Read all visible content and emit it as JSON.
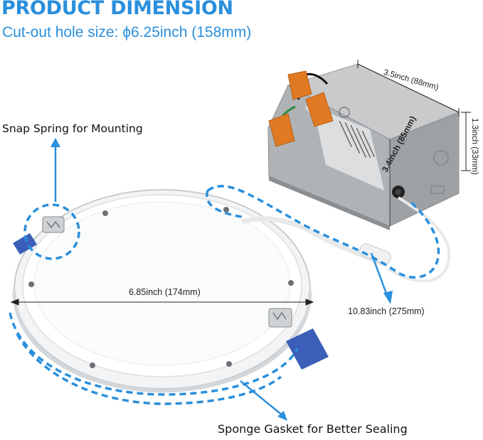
{
  "heading": "PRODUCT DIMENSION",
  "subheading": "Cut-out hole size: ϕ6.25inch (158mm)",
  "callouts": {
    "snap_spring": "Snap Spring for Mounting",
    "sponge_gasket": "Sponge Gasket for Better Sealing"
  },
  "dimensions": {
    "light_diameter": "6.85inch (174mm)",
    "cable_length": "10.83inch (275mm)",
    "box_width": "3.5inch (88mm)",
    "box_height": "1.3inch (33mm)",
    "box_depth": "3.4inch (85mm)"
  },
  "colors": {
    "accent_blue": "#2a8fdc",
    "clip_blue": "#3b5fb8",
    "connector_orange": "#e07a22",
    "box_gray": "#a9acaf"
  }
}
